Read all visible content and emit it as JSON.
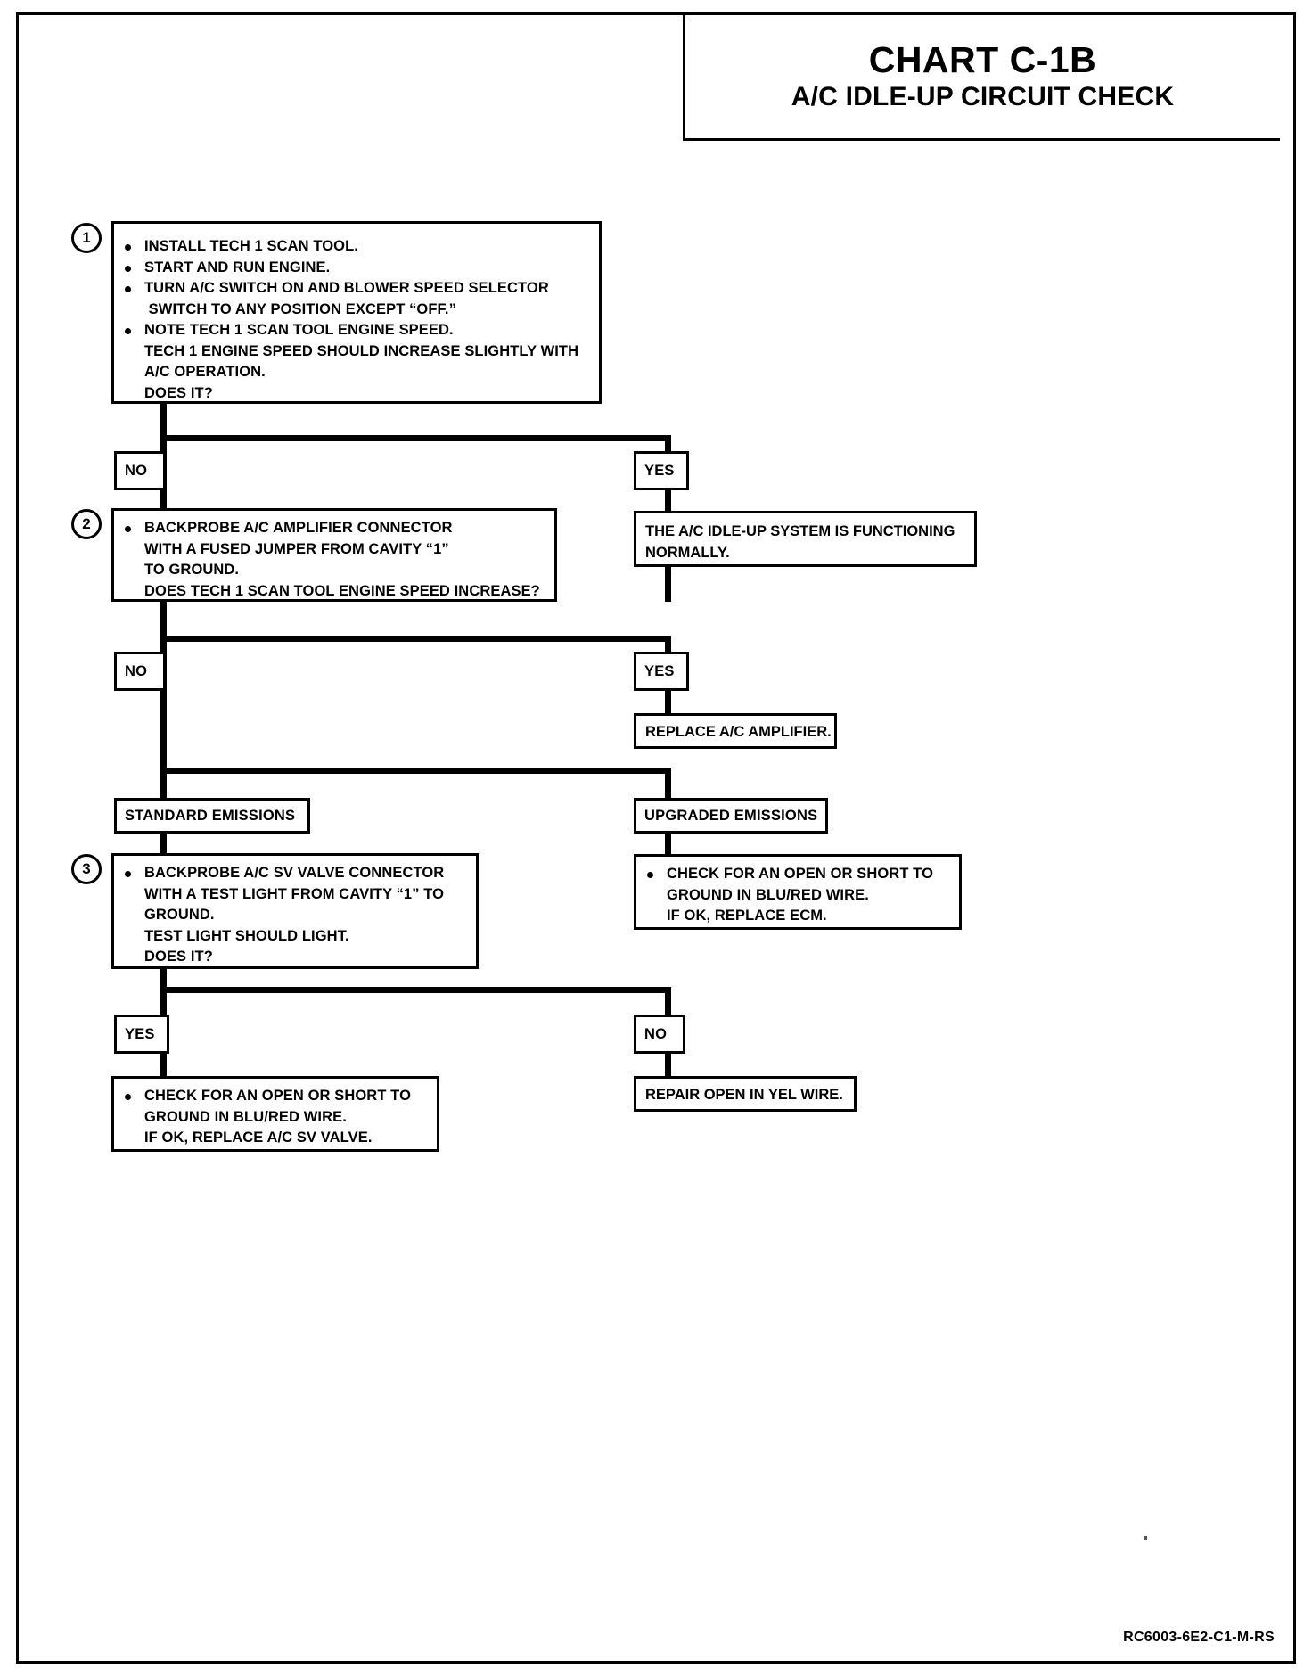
{
  "title": {
    "chart_number": "CHART C-1B",
    "chart_name": "A/C IDLE-UP CIRCUIT CHECK"
  },
  "footer": {
    "code": "RC6003-6E2-C1-M-RS"
  },
  "steps": {
    "one": "1",
    "two": "2",
    "three": "3"
  },
  "labels": {
    "no": "NO",
    "yes": "YES",
    "standard_emissions": "STANDARD EMISSIONS",
    "upgraded_emissions": "UPGRADED EMISSIONS"
  },
  "boxes": {
    "step1": {
      "lines": [
        {
          "type": "bullet",
          "text": "INSTALL TECH 1 SCAN TOOL."
        },
        {
          "type": "bullet",
          "text": "START AND RUN ENGINE."
        },
        {
          "type": "bullet",
          "text": "TURN A/C SWITCH ON AND BLOWER SPEED SELECTOR"
        },
        {
          "type": "cont",
          "text": " SWITCH TO ANY POSITION EXCEPT “OFF.”"
        },
        {
          "type": "bullet",
          "text": "NOTE TECH 1 SCAN TOOL ENGINE SPEED."
        },
        {
          "type": "cont",
          "text": "TECH 1 ENGINE SPEED SHOULD INCREASE SLIGHTLY WITH"
        },
        {
          "type": "cont",
          "text": "A/C OPERATION."
        },
        {
          "type": "cont",
          "text": "DOES IT?"
        }
      ]
    },
    "step1_yes": {
      "lines": [
        {
          "type": "plain",
          "text": "THE A/C IDLE-UP SYSTEM IS FUNCTIONING"
        },
        {
          "type": "plain",
          "text": "NORMALLY."
        }
      ]
    },
    "step2": {
      "lines": [
        {
          "type": "bullet",
          "text": "BACKPROBE A/C AMPLIFIER CONNECTOR"
        },
        {
          "type": "cont",
          "text": "WITH A FUSED JUMPER FROM CAVITY “1”"
        },
        {
          "type": "cont",
          "text": "TO GROUND."
        },
        {
          "type": "cont",
          "text": "DOES TECH 1 SCAN TOOL ENGINE SPEED INCREASE?"
        }
      ]
    },
    "step2_yes": {
      "lines": [
        {
          "type": "plain",
          "text": "REPLACE A/C AMPLIFIER."
        }
      ]
    },
    "step3": {
      "lines": [
        {
          "type": "bullet",
          "text": "BACKPROBE A/C SV VALVE CONNECTOR"
        },
        {
          "type": "cont",
          "text": "WITH A TEST LIGHT FROM CAVITY “1” TO"
        },
        {
          "type": "cont",
          "text": "GROUND."
        },
        {
          "type": "cont",
          "text": "TEST LIGHT SHOULD LIGHT."
        },
        {
          "type": "cont",
          "text": "DOES IT?"
        }
      ]
    },
    "upgraded_action": {
      "lines": [
        {
          "type": "bullet",
          "text": "CHECK FOR AN OPEN OR SHORT TO"
        },
        {
          "type": "cont",
          "text": "GROUND IN BLU/RED WIRE."
        },
        {
          "type": "cont",
          "text": "IF OK, REPLACE ECM."
        }
      ]
    },
    "step3_yes": {
      "lines": [
        {
          "type": "bullet",
          "text": "CHECK FOR AN OPEN OR SHORT TO"
        },
        {
          "type": "cont",
          "text": "GROUND IN BLU/RED WIRE."
        },
        {
          "type": "cont",
          "text": "IF OK, REPLACE A/C SV VALVE."
        }
      ]
    },
    "step3_no": {
      "lines": [
        {
          "type": "plain",
          "text": "REPAIR OPEN IN YEL WIRE."
        }
      ]
    }
  }
}
